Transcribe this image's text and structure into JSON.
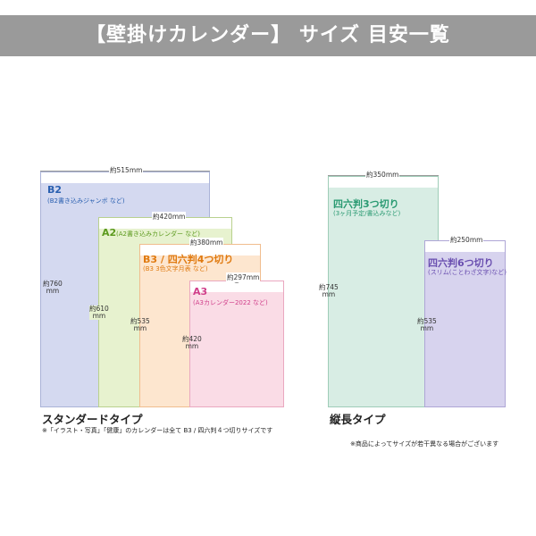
{
  "header": {
    "title": "【壁掛けカレンダー】 サイズ 目安一覧"
  },
  "colors": {
    "banner": "#9a9a9a",
    "B2": "#d4d9f0",
    "A2": "#e7f2cf",
    "B3": "#fde6cf",
    "A3": "#fadce6",
    "yon6": "#d8ede4",
    "yon6_small": "#d7d3ee"
  },
  "standard": {
    "type_label": "スタンダードタイプ",
    "note": "※「イラスト・写真」「健康」のカレンダーは全て B3 / 四六判４つ切りサイズです",
    "items": [
      {
        "name": "B2",
        "desc": "(B2書き込みジャンボ など)",
        "width": "約515mm",
        "height_top": "約760",
        "height_unit": "mm",
        "color": "#2a60b0"
      },
      {
        "name": "A2",
        "desc": "(A2書き込みカレンダー など)",
        "width": "約420mm",
        "height_top": "約610",
        "height_unit": "mm",
        "color": "#5c9a1e"
      },
      {
        "name": "B3 / 四六判4つ切り",
        "desc": "(B3 3色文字月表 など)",
        "width": "約380mm",
        "height_top": "約535",
        "height_unit": "mm",
        "color": "#e07a10"
      },
      {
        "name": "A3",
        "desc": "(A3カレンダー2022 など)",
        "width": "約297mm",
        "height_top": "約420",
        "height_unit": "mm",
        "color": "#d03e8a"
      }
    ]
  },
  "vertical": {
    "type_label": "縦長タイプ",
    "note": "※商品によってサイズが若干異なる場合がございます",
    "items": [
      {
        "name": "四六判3つ切り",
        "desc": "(3ヶ月予定/書込みなど)",
        "width": "約350mm",
        "height_top": "約745",
        "height_unit": "mm",
        "color": "#2a9a72"
      },
      {
        "name": "四六判6つ切り",
        "desc": "(スリム(ことわざ文字)など)",
        "width": "約250mm",
        "height_top": "約535",
        "height_unit": "mm",
        "color": "#6a4fb0"
      }
    ]
  }
}
